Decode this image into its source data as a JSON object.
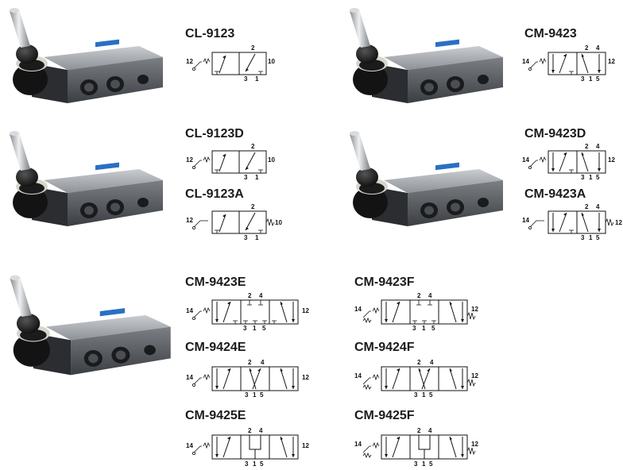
{
  "products": [
    {
      "model": "CL-9123",
      "ports": {
        "left": "12",
        "right": "10",
        "top": [
          "2"
        ],
        "bottom": [
          "3",
          "1"
        ]
      }
    },
    {
      "model": "CM-9423",
      "ports": {
        "left": "14",
        "right": "12",
        "top": [
          "2",
          "4"
        ],
        "bottom": [
          "3",
          "1",
          "5"
        ]
      }
    },
    {
      "model": "CL-9123D",
      "ports": {
        "left": "12",
        "right": "10",
        "top": [
          "2"
        ],
        "bottom": [
          "3",
          "1"
        ]
      }
    },
    {
      "model": "CL-9123A",
      "ports": {
        "left": "12",
        "right": "10",
        "top": [
          "2"
        ],
        "bottom": [
          "3",
          "1"
        ]
      }
    },
    {
      "model": "CM-9423D",
      "ports": {
        "left": "14",
        "right": "12",
        "top": [
          "2",
          "4"
        ],
        "bottom": [
          "3",
          "1",
          "5"
        ]
      }
    },
    {
      "model": "CM-9423A",
      "ports": {
        "left": "14",
        "right": "12",
        "top": [
          "2",
          "4"
        ],
        "bottom": [
          "3",
          "1",
          "5"
        ]
      }
    },
    {
      "model": "CM-9423E",
      "ports": {
        "left": "14",
        "right": "12",
        "top": [
          "2",
          "4"
        ],
        "bottom": [
          "3",
          "1",
          "5"
        ]
      }
    },
    {
      "model": "CM-9423F",
      "ports": {
        "left": "14",
        "right": "12",
        "top": [
          "2",
          "4"
        ],
        "bottom": [
          "3",
          "1",
          "5"
        ]
      }
    },
    {
      "model": "CM-9424E",
      "ports": {
        "left": "14",
        "right": "12",
        "top": [
          "2",
          "4"
        ],
        "bottom": [
          "3",
          "1",
          "5"
        ]
      }
    },
    {
      "model": "CM-9424F",
      "ports": {
        "left": "14",
        "right": "12",
        "top": [
          "2",
          "4"
        ],
        "bottom": [
          "3",
          "1",
          "5"
        ]
      }
    },
    {
      "model": "CM-9425E",
      "ports": {
        "left": "14",
        "right": "12",
        "top": [
          "2",
          "4"
        ],
        "bottom": [
          "3",
          "1",
          "5"
        ]
      }
    },
    {
      "model": "CM-9425F",
      "ports": {
        "left": "14",
        "right": "12",
        "top": [
          "2",
          "4"
        ],
        "bottom": [
          "3",
          "1",
          "5"
        ]
      }
    }
  ]
}
